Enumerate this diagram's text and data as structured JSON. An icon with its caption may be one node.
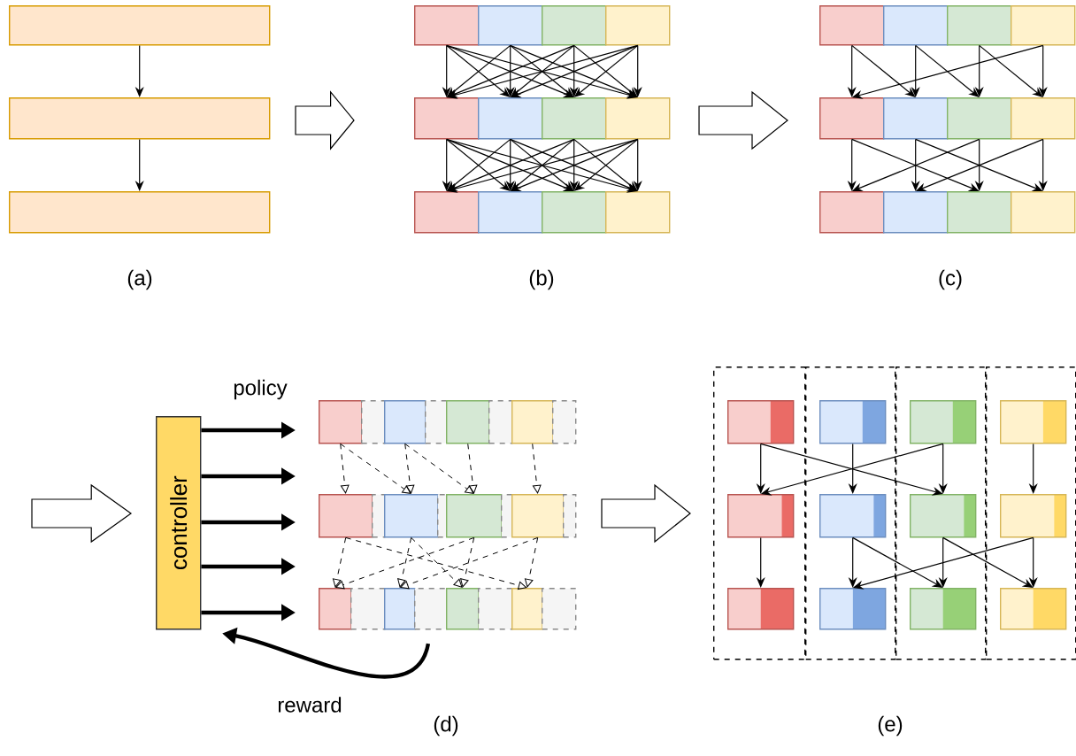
{
  "diagram": {
    "nodes": [
      {
        "text": [],
        "shape": "box"
      },
      {
        "text": [],
        "shape": "box"
      },
      {
        "text": [],
        "shape": "box"
      },
      {
        "text": [],
        "shape": "box"
      },
      {
        "text": [],
        "shape": "box"
      },
      {
        "text": [],
        "shape": "box"
      },
      {
        "text": [],
        "shape": "box"
      },
      {
        "text": [],
        "shape": "box"
      },
      {
        "text": [],
        "shape": "box"
      },
      {
        "text": [],
        "shape": "box"
      },
      {
        "text": [],
        "shape": "box"
      },
      {
        "text": [],
        "shape": "box"
      },
      {
        "text": [],
        "shape": "box"
      },
      {
        "text": [],
        "shape": "box"
      },
      {
        "text": [],
        "shape": "box"
      },
      {
        "text": [],
        "shape": "box"
      },
      {
        "text": [],
        "shape": "box"
      },
      {
        "text": [],
        "shape": "box"
      },
      {
        "text": [],
        "shape": "box"
      },
      {
        "text": [],
        "shape": "box"
      },
      {
        "text": [],
        "shape": "box"
      },
      {
        "text": [],
        "shape": "box"
      },
      {
        "text": [],
        "shape": "box"
      },
      {
        "text": [],
        "shape": "box"
      },
      {
        "text": [],
        "shape": "box"
      },
      {
        "text": [],
        "shape": "box"
      },
      {
        "text": [],
        "shape": "box"
      },
      {
        "text": [
          "controller"
        ]
      },
      {
        "text": [],
        "shape": "box"
      },
      {
        "text": [],
        "shape": "box"
      },
      {
        "text": [],
        "shape": "box"
      },
      {
        "text": [],
        "shape": "box"
      },
      {
        "text": [],
        "shape": "box"
      },
      {
        "text": [],
        "shape": "box"
      },
      {
        "text": [],
        "shape": "box"
      },
      {
        "text": [],
        "shape": "box"
      },
      {
        "text": [],
        "shape": "box"
      },
      {
        "text": [],
        "shape": "box"
      },
      {
        "text": [],
        "shape": "box"
      },
      {
        "text": [],
        "shape": "box"
      },
      {
        "text": [],
        "shape": "box"
      },
      {
        "text": [],
        "shape": "box"
      },
      {
        "text": [],
        "shape": "box"
      },
      {
        "text": [],
        "shape": "box"
      },
      {
        "text": [],
        "shape": "box"
      },
      {
        "text": [],
        "shape": "box"
      },
      {
        "text": [],
        "shape": "box"
      },
      {
        "text": [],
        "shape": "box"
      },
      {
        "text": [],
        "shape": "box"
      },
      {
        "text": [],
        "shape": "box"
      },
      {
        "text": [],
        "shape": "box"
      },
      {
        "text": [],
        "shape": "box"
      },
      {
        "text": [],
        "shape": "box"
      },
      {
        "text": [],
        "shape": "box"
      },
      {
        "text": [],
        "shape": "box"
      },
      {
        "text": [],
        "shape": "box"
      },
      {
        "text": [],
        "shape": "box",
        "in": 52
      },
      {
        "text": [],
        "shape": "box",
        "in": 53
      },
      {
        "text": [],
        "shape": "box",
        "in": 54
      },
      {
        "text": [],
        "shape": "box",
        "in": 55
      },
      {
        "text": [],
        "shape": "box",
        "in": 52
      },
      {
        "text": [],
        "shape": "box",
        "in": 53
      },
      {
        "text": [],
        "shape": "box",
        "in": 54
      },
      {
        "text": [],
        "shape": "box",
        "in": 55
      },
      {
        "text": [],
        "shape": "box",
        "in": 52
      },
      {
        "text": [],
        "shape": "box",
        "in": 53
      },
      {
        "text": [],
        "shape": "box",
        "in": 54
      },
      {
        "text": [],
        "shape": "box",
        "in": 55
      }
    ],
    "edges": [
      {
        "from": 0,
        "to": 1,
        "arrow": "to"
      },
      {
        "from": 1,
        "to": 2,
        "arrow": "to"
      },
      {
        "from": 3,
        "to": 7,
        "arrow": "to"
      },
      {
        "from": 3,
        "to": 8,
        "arrow": "to"
      },
      {
        "from": 3,
        "to": 9,
        "arrow": "to"
      },
      {
        "from": 3,
        "to": 10,
        "arrow": "to"
      },
      {
        "from": 4,
        "to": 7,
        "arrow": "to"
      },
      {
        "from": 4,
        "to": 8,
        "arrow": "to"
      },
      {
        "from": 4,
        "to": 9,
        "arrow": "to"
      },
      {
        "from": 4,
        "to": 10,
        "arrow": "to"
      },
      {
        "from": 5,
        "to": 7,
        "arrow": "to"
      },
      {
        "from": 5,
        "to": 8,
        "arrow": "to"
      },
      {
        "from": 5,
        "to": 9,
        "arrow": "to"
      },
      {
        "from": 5,
        "to": 10,
        "arrow": "to"
      },
      {
        "from": 6,
        "to": 7,
        "arrow": "to"
      },
      {
        "from": 6,
        "to": 8,
        "arrow": "to"
      },
      {
        "from": 6,
        "to": 9,
        "arrow": "to"
      },
      {
        "from": 6,
        "to": 10,
        "arrow": "to"
      },
      {
        "from": 7,
        "to": 11,
        "arrow": "to"
      },
      {
        "from": 7,
        "to": 12,
        "arrow": "to"
      },
      {
        "from": 7,
        "to": 13,
        "arrow": "to"
      },
      {
        "from": 7,
        "to": 14,
        "arrow": "to"
      },
      {
        "from": 8,
        "to": 11,
        "arrow": "to"
      },
      {
        "from": 8,
        "to": 12,
        "arrow": "to"
      },
      {
        "from": 8,
        "to": 13,
        "arrow": "to"
      },
      {
        "from": 8,
        "to": 14,
        "arrow": "to"
      },
      {
        "from": 9,
        "to": 11,
        "arrow": "to"
      },
      {
        "from": 9,
        "to": 12,
        "arrow": "to"
      },
      {
        "from": 9,
        "to": 13,
        "arrow": "to"
      },
      {
        "from": 9,
        "to": 14,
        "arrow": "to"
      },
      {
        "from": 10,
        "to": 11,
        "arrow": "to"
      },
      {
        "from": 10,
        "to": 12,
        "arrow": "to"
      },
      {
        "from": 10,
        "to": 13,
        "arrow": "to"
      },
      {
        "from": 10,
        "to": 14,
        "arrow": "to"
      },
      {
        "from": 15,
        "to": 19,
        "arrow": "to"
      },
      {
        "from": 15,
        "to": 20,
        "arrow": "to"
      },
      {
        "from": 16,
        "to": 20,
        "arrow": "to"
      },
      {
        "from": 16,
        "to": 21,
        "arrow": "to"
      },
      {
        "from": 17,
        "to": 21,
        "arrow": "to"
      },
      {
        "from": 17,
        "to": 22,
        "arrow": "to"
      },
      {
        "from": 18,
        "to": 22,
        "arrow": "to"
      },
      {
        "from": 18,
        "to": 19,
        "arrow": "to"
      },
      {
        "from": 19,
        "to": 23,
        "arrow": "to"
      },
      {
        "from": 19,
        "to": 25,
        "arrow": "to"
      },
      {
        "from": 20,
        "to": 24,
        "arrow": "to"
      },
      {
        "from": 20,
        "to": 26,
        "arrow": "to"
      },
      {
        "from": 21,
        "to": 25,
        "arrow": "to"
      },
      {
        "from": 21,
        "to": 23,
        "arrow": "to"
      },
      {
        "from": 22,
        "to": 26,
        "arrow": "to"
      },
      {
        "from": 22,
        "to": 24,
        "arrow": "to"
      },
      {
        "from": 28,
        "to": 36,
        "arrow": "to",
        "style": "dashed"
      },
      {
        "from": 30,
        "to": 38,
        "arrow": "to",
        "style": "dashed"
      },
      {
        "from": 32,
        "to": 40,
        "arrow": "to",
        "style": "dashed"
      },
      {
        "from": 34,
        "to": 42,
        "arrow": "to",
        "style": "dashed"
      },
      {
        "from": 28,
        "to": 38,
        "arrow": "to",
        "style": "dashed"
      },
      {
        "from": 30,
        "to": 40,
        "arrow": "to",
        "style": "dashed"
      },
      {
        "from": 36,
        "to": 44,
        "arrow": "to",
        "style": "dashed"
      },
      {
        "from": 38,
        "to": 46,
        "arrow": "to",
        "style": "dashed"
      },
      {
        "from": 40,
        "to": 48,
        "arrow": "to",
        "style": "dashed"
      },
      {
        "from": 42,
        "to": 50,
        "arrow": "to",
        "style": "dashed"
      },
      {
        "from": 36,
        "to": 50,
        "arrow": "to",
        "style": "dashed"
      },
      {
        "from": 38,
        "to": 48,
        "arrow": "to",
        "style": "dashed"
      },
      {
        "from": 40,
        "to": 44,
        "arrow": "to",
        "style": "dashed"
      },
      {
        "from": 42,
        "to": 46,
        "arrow": "to",
        "style": "dashed"
      },
      {
        "from": 27,
        "to": 28,
        "arrow": "to",
        "style": "thick"
      },
      {
        "from": 27,
        "to": null,
        "arrow": "to",
        "style": "thick"
      },
      {
        "from": 27,
        "to": 36,
        "arrow": "to",
        "style": "thick"
      },
      {
        "from": 27,
        "to": null,
        "arrow": "to",
        "style": "thick"
      },
      {
        "from": 27,
        "to": 44,
        "arrow": "to",
        "style": "thick"
      },
      {
        "from": 47,
        "to": 27,
        "arrow": "to",
        "style": "thick",
        "label": "reward"
      },
      {
        "from": 56,
        "to": 60,
        "arrow": "to"
      },
      {
        "from": 57,
        "to": 61,
        "arrow": "to"
      },
      {
        "from": 58,
        "to": 62,
        "arrow": "to"
      },
      {
        "from": 59,
        "to": 63,
        "arrow": "to"
      },
      {
        "from": 56,
        "to": 62,
        "arrow": "to"
      },
      {
        "from": 58,
        "to": 60,
        "arrow": "to"
      },
      {
        "from": 60,
        "to": 64,
        "arrow": "to"
      },
      {
        "from": 61,
        "to": 65,
        "arrow": "to"
      },
      {
        "from": 62,
        "to": 66,
        "arrow": "to"
      },
      {
        "from": 63,
        "to": 67,
        "arrow": "to"
      },
      {
        "from": 61,
        "to": 66,
        "arrow": "to"
      },
      {
        "from": 62,
        "to": 67,
        "arrow": "to"
      },
      {
        "from": 63,
        "to": 65,
        "arrow": "to"
      },
      {
        "from": 1,
        "to": 7,
        "arrow": "to"
      },
      {
        "from": 10,
        "to": 19,
        "arrow": "to"
      },
      {
        "from": null,
        "to": 27,
        "arrow": "to"
      },
      {
        "from": 43,
        "to": 60,
        "arrow": "to"
      }
    ],
    "labels": [
      "(a)",
      "(b)",
      "(c)",
      "policy",
      "(d)",
      "(e)"
    ]
  }
}
